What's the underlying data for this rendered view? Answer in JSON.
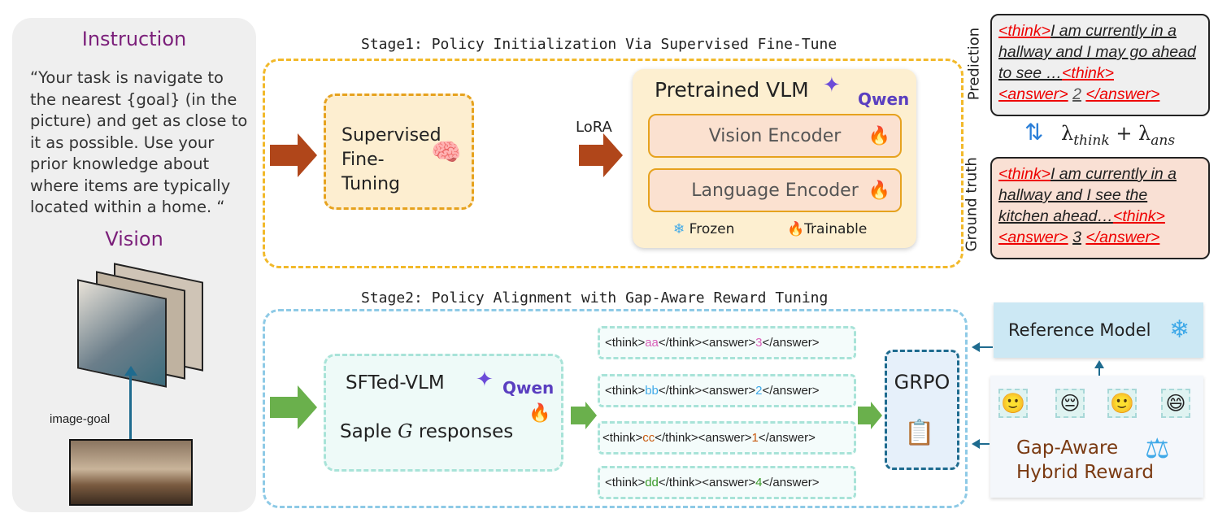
{
  "instruction": {
    "title": "Instruction",
    "text": "“Your task is navigate to the nearest {goal} (in the picture) and get as close to it as possible. Use your prior knowledge about where items are typically located within a home. “",
    "vision_title": "Vision",
    "image_goal_label": "image-goal"
  },
  "stage1": {
    "title": "Stage1: Policy Initialization Via Supervised Fine-Tune",
    "sft_label": "Supervised Fine-Tuning",
    "lora_label": "LoRA",
    "vlm_title": "Pretrained VLM",
    "qwen": "Qwen",
    "vision_encoder": "Vision Encoder",
    "language_encoder": "Language Encoder",
    "frozen": "Frozen",
    "trainable": "Trainable"
  },
  "comparison": {
    "prediction_label": "Prediction",
    "ground_truth_label": "Ground truth",
    "prediction": {
      "think_open": "<think>",
      "text": "I am currently in a hallway and I may go ahead to see …",
      "think_close": "<think>",
      "answer_open": "<answer>",
      "answer": "2",
      "answer_close": "</answer>"
    },
    "ground_truth": {
      "think_open": "<think>",
      "text": "I am currently in a hallway and I see the kitchen ahead…",
      "think_close": "<think>",
      "answer_open": "<answer>",
      "answer": "3",
      "answer_close": "</answer>"
    },
    "lambda_think": "λ",
    "think_sub": "think",
    "plus": " + λ",
    "ans_sub": "ans"
  },
  "stage2": {
    "title": "Stage2: Policy Alignment with Gap-Aware Reward Tuning",
    "sfted_vlm": "SFTed-VLM",
    "qwen": "Qwen",
    "sample_text": "Saple",
    "G": "G",
    "responses_word": "responses",
    "grpo": "GRPO",
    "reference_model": "Reference Model",
    "reward_line1": "Gap-Aware",
    "reward_line2": "Hybrid Reward",
    "responses": [
      {
        "pre": "<think>",
        "think": "aa",
        "mid": "</think><answer>",
        "ans": "3",
        "post": "</answer>",
        "color": "#d860b8"
      },
      {
        "pre": "<think>",
        "think": "bb",
        "mid": "</think><answer>",
        "ans": "2",
        "post": "</answer>",
        "color": "#3fa9e8"
      },
      {
        "pre": "<think>",
        "think": "cc",
        "mid": "</think><answer>",
        "ans": "1",
        "post": "</answer>",
        "color": "#c85a10"
      },
      {
        "pre": "<think>",
        "think": "dd",
        "mid": "</think><answer>",
        "ans": "4",
        "post": "</answer>",
        "color": "#3a9a2a"
      }
    ]
  }
}
